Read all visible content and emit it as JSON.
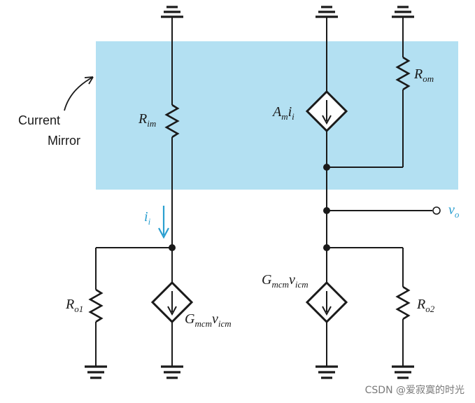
{
  "colors": {
    "mirror_fill": "#b3e0f2",
    "current_arrow": "#2a9fd0",
    "wire": "#1a1a1a"
  },
  "mirror_label": {
    "line1": "Current",
    "line2": "Mirror"
  },
  "labels": {
    "r_im": {
      "main": "R",
      "sub": "im"
    },
    "r_om": {
      "main": "R",
      "sub": "om"
    },
    "am_ii": {
      "a": "A",
      "m": "m",
      "i": "i",
      "isub": "i"
    },
    "i_i": {
      "main": "i",
      "sub": "i"
    },
    "v_o": {
      "main": "v",
      "sub": "o"
    },
    "r_o1": {
      "main": "R",
      "sub": "o1"
    },
    "r_o2": {
      "main": "R",
      "sub": "o2"
    },
    "g_left": {
      "g": "G",
      "gsub": "mcm",
      "v": "v",
      "vsub": "icm"
    },
    "g_right": {
      "g": "G",
      "gsub": "mcm",
      "v": "v",
      "vsub": "icm"
    }
  },
  "watermark": "CSDN @爱寂寞的时光"
}
